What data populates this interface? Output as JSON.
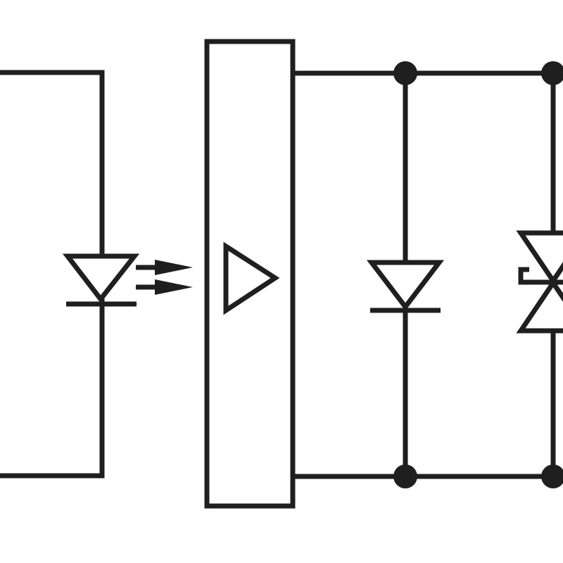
{
  "diagram": {
    "description_colors": {
      "stroke": "#1f1f1f",
      "background": "#ffffff"
    },
    "components": [
      {
        "id": "led",
        "type": "light-emitting-diode",
        "icon": "led-icon"
      },
      {
        "id": "light-arrows",
        "type": "optical-coupling-arrows",
        "icon": "arrow-right-icon",
        "count": 2
      },
      {
        "id": "amplifier",
        "type": "amplifier-block",
        "icon": "triangle-right-icon"
      },
      {
        "id": "diode",
        "type": "diode",
        "icon": "diode-icon"
      },
      {
        "id": "tvs",
        "type": "bidirectional-tvs-diode",
        "icon": "tvs-diode-icon"
      }
    ],
    "junction_count": 4
  }
}
